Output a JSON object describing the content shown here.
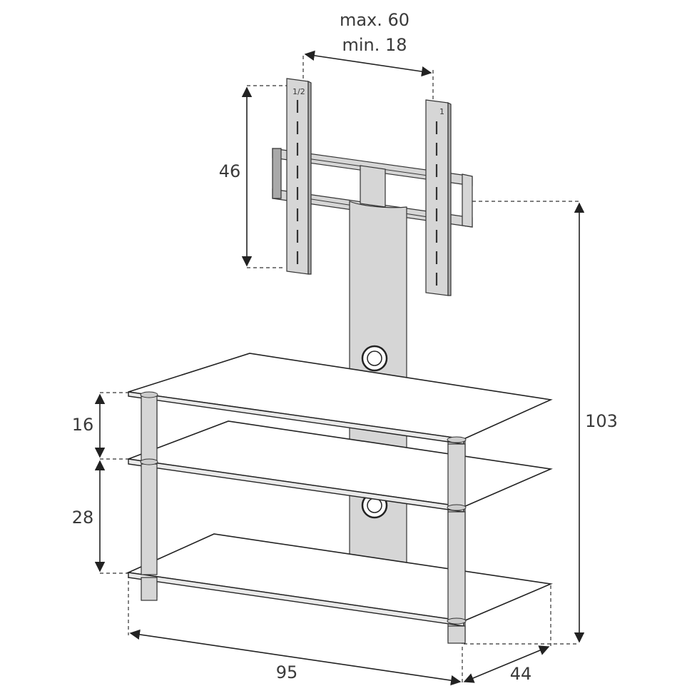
{
  "dimensions": {
    "mount_spacing_max": "max. 60",
    "mount_spacing_min": "min. 18",
    "mount_height": "46",
    "total_height": "103",
    "upper_shelf_gap": "16",
    "lower_shelf_gap": "28",
    "width": "95",
    "depth": "44"
  },
  "bracket_marks": {
    "left": "1/2",
    "right": "1"
  },
  "colors": {
    "line": "#222222",
    "metal": "#d6d6d6",
    "glass": "#ffffff"
  }
}
